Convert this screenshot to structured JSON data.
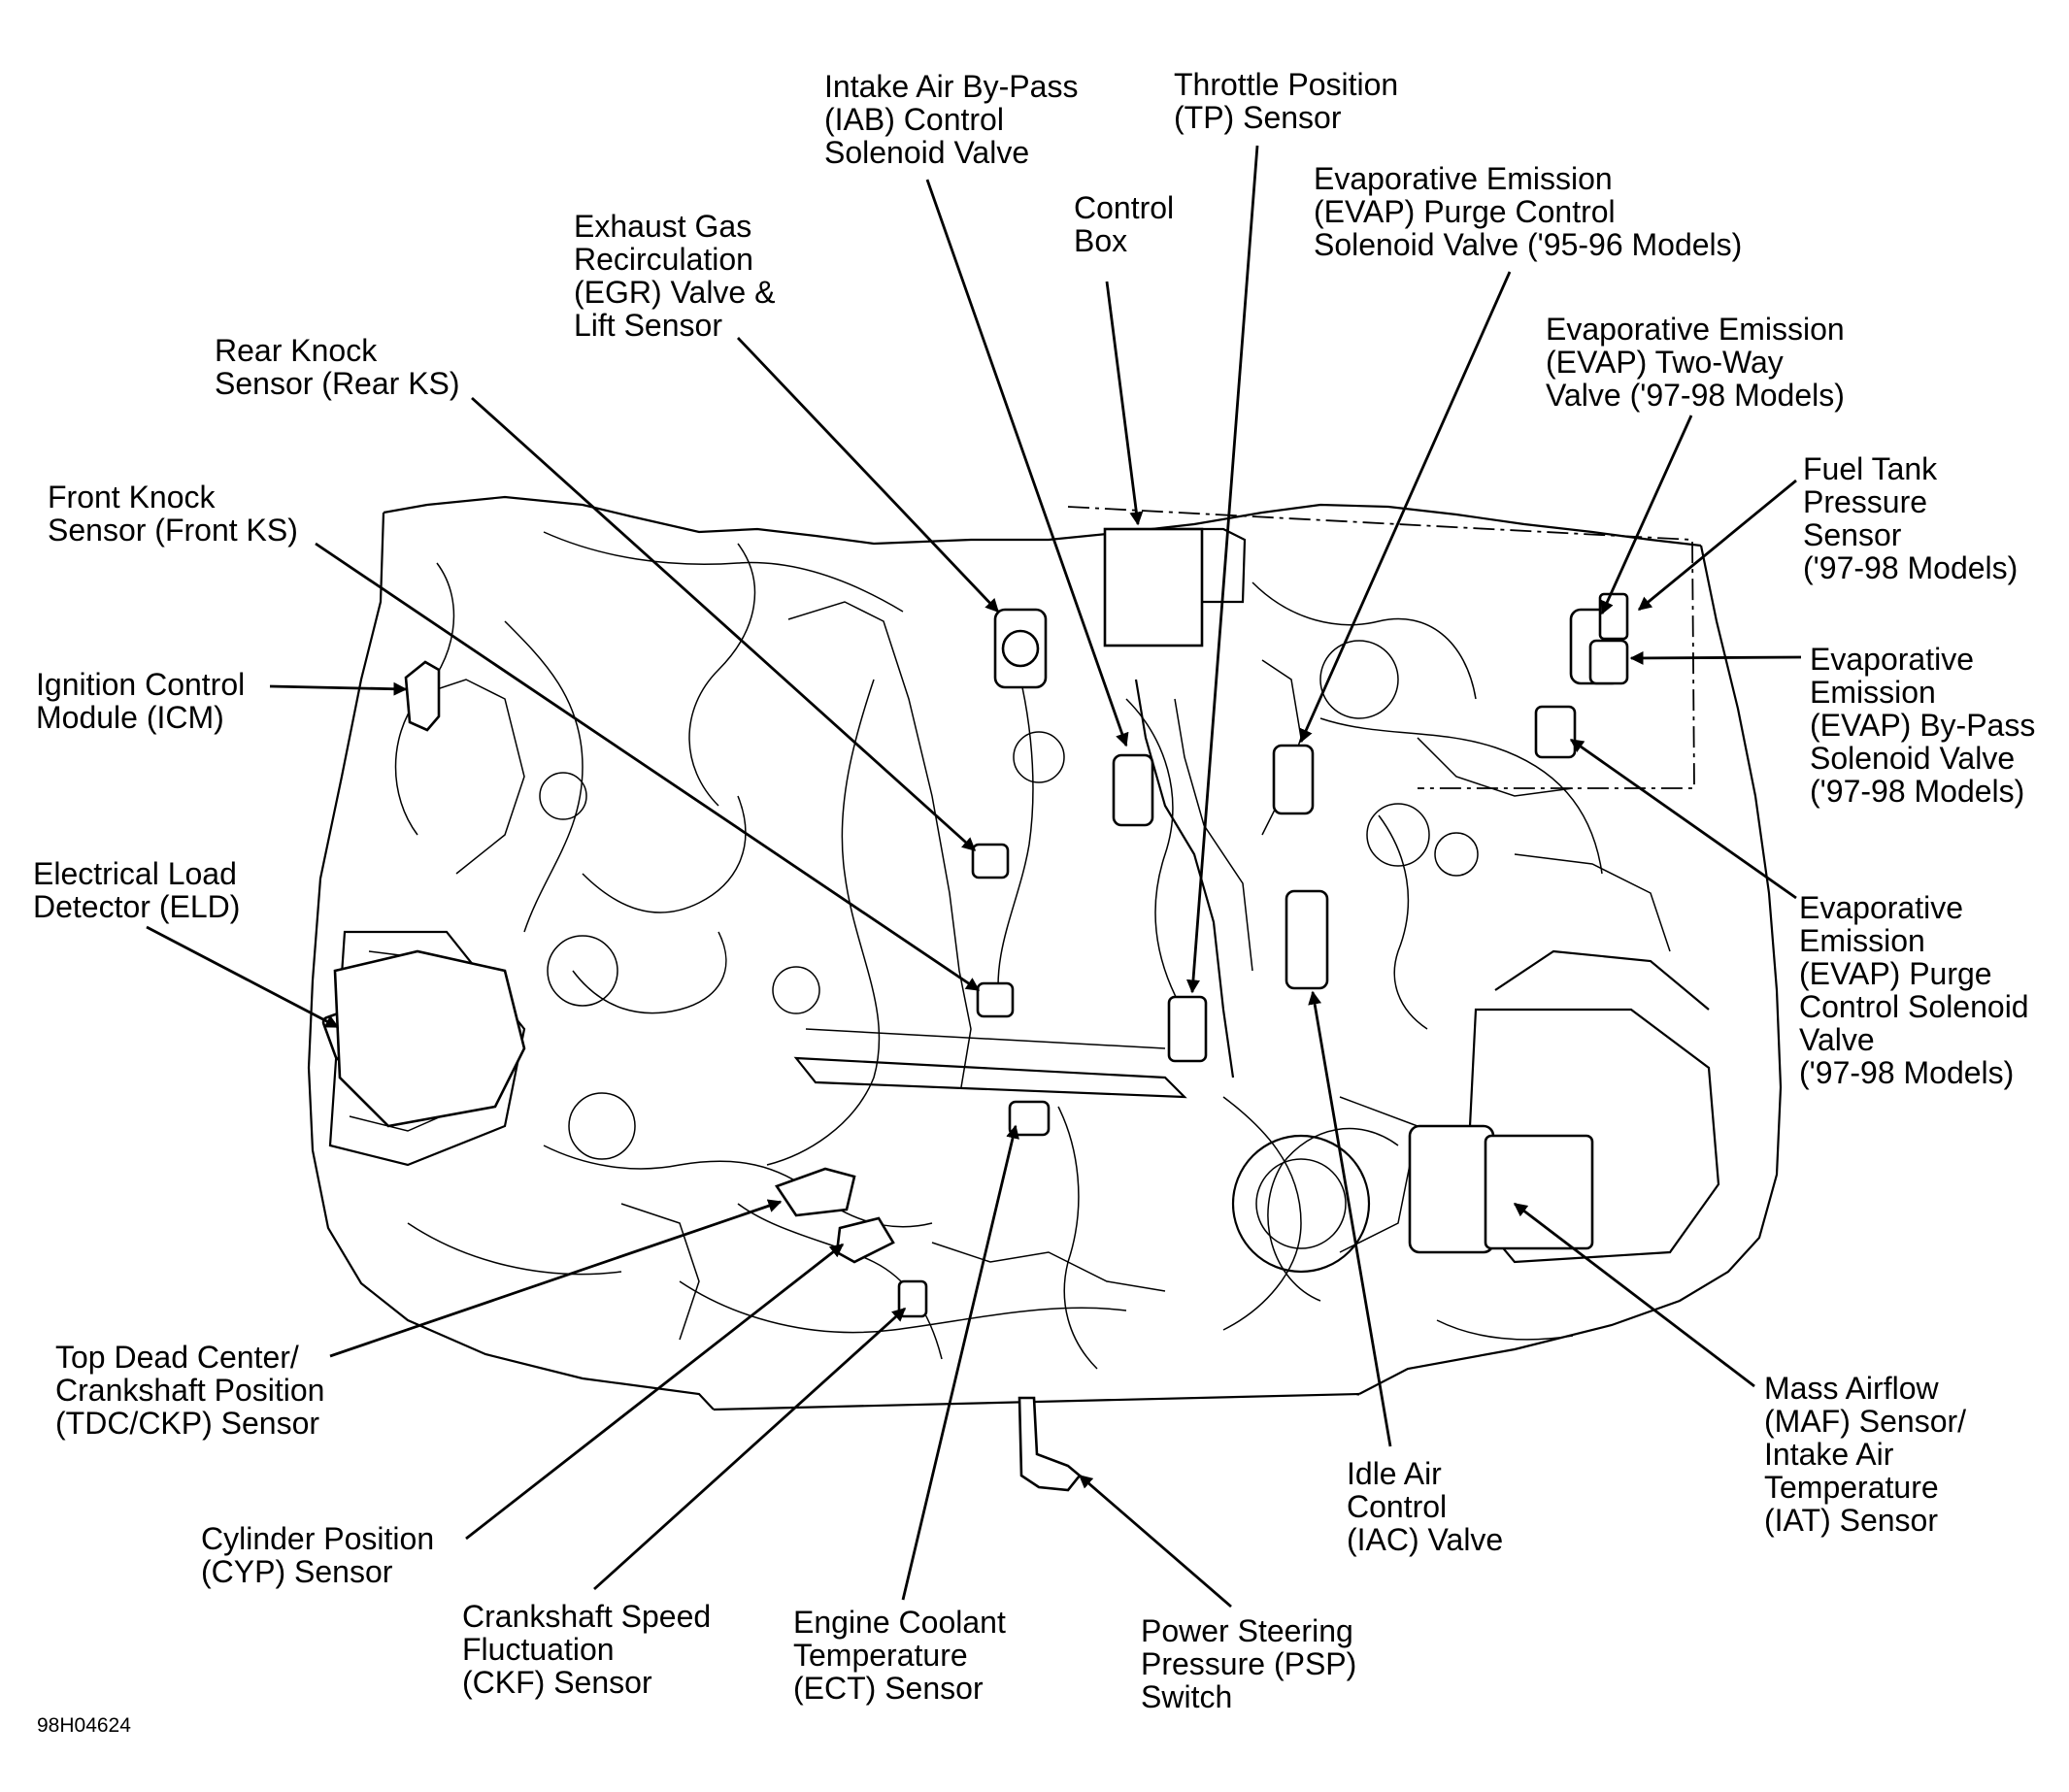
{
  "figure_id": "98H04624",
  "labels": {
    "iab": [
      "Intake Air By-Pass",
      "(IAB) Control",
      "Solenoid Valve"
    ],
    "tp": [
      "Throttle Position",
      "(TP) Sensor"
    ],
    "control_box": [
      "Control",
      "Box"
    ],
    "evap_purge_95": [
      "Evaporative Emission",
      "(EVAP) Purge Control",
      "Solenoid Valve ('95-96 Models)"
    ],
    "egr": [
      "Exhaust Gas",
      "Recirculation",
      "(EGR) Valve &",
      "Lift Sensor"
    ],
    "evap_twoway": [
      "Evaporative Emission",
      "(EVAP) Two-Way",
      "Valve ('97-98 Models)"
    ],
    "rear_ks": [
      "Rear Knock",
      "Sensor (Rear KS)"
    ],
    "fuel_tank": [
      "Fuel Tank",
      "Pressure",
      "Sensor",
      "('97-98 Models)"
    ],
    "front_ks": [
      "Front Knock",
      "Sensor (Front KS)"
    ],
    "icm": [
      "Ignition Control",
      "Module (ICM)"
    ],
    "evap_bypass": [
      "Evaporative",
      "Emission",
      "(EVAP) By-Pass",
      "Solenoid Valve",
      "('97-98 Models)"
    ],
    "eld": [
      "Electrical Load",
      "Detector (ELD)"
    ],
    "evap_purge_97": [
      "Evaporative",
      "Emission",
      "(EVAP) Purge",
      "Control Solenoid",
      "Valve",
      "('97-98 Models)"
    ],
    "tdc": [
      "Top Dead Center/",
      "Crankshaft Position",
      "(TDC/CKP) Sensor"
    ],
    "maf": [
      "Mass Airflow",
      "(MAF) Sensor/",
      "Intake Air",
      "Temperature",
      "(IAT) Sensor"
    ],
    "iac": [
      "Idle Air",
      "Control",
      "(IAC) Valve"
    ],
    "cyp": [
      "Cylinder Position",
      "(CYP) Sensor"
    ],
    "ckf": [
      "Crankshaft Speed",
      "Fluctuation",
      "(CKF) Sensor"
    ],
    "ect": [
      "Engine Coolant",
      "Temperature",
      "(ECT) Sensor"
    ],
    "psp": [
      "Power Steering",
      "Pressure (PSP)",
      "Switch"
    ]
  }
}
